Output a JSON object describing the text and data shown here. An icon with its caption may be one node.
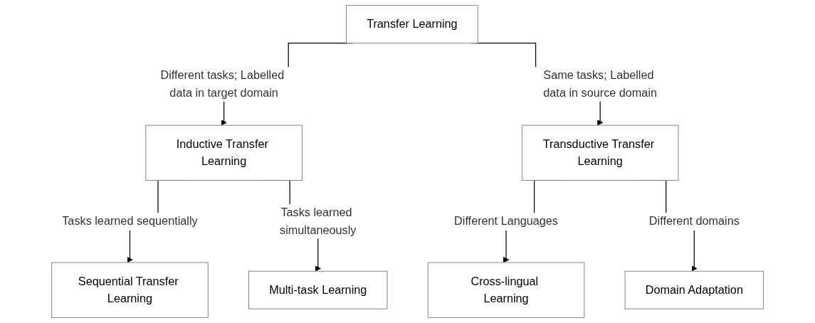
{
  "diagram": {
    "nodes": [
      {
        "text": [
          "Transfer Learning"
        ]
      },
      {
        "text": [
          "Inductive Transfer Learning"
        ]
      },
      {
        "text": [
          "Transductive Transfer Learning"
        ]
      },
      {
        "text": [
          "Sequential Transfer Learning"
        ]
      },
      {
        "text": [
          "Multi-task Learning"
        ]
      },
      {
        "text": [
          "Cross-lingual Learning"
        ]
      },
      {
        "text": [
          "Domain Adaptation"
        ]
      }
    ],
    "edges": [
      {
        "from": 0,
        "to": 1,
        "arrow": "to",
        "label": "Different tasks; Labelled data in target domain"
      },
      {
        "from": 0,
        "to": 2,
        "arrow": "to",
        "label": "Same tasks; Labelled data in source domain"
      },
      {
        "from": 1,
        "to": 3,
        "arrow": "to",
        "label": "Tasks learned sequentially"
      },
      {
        "from": 1,
        "to": 4,
        "arrow": "to",
        "label": "Tasks learned simultaneously"
      },
      {
        "from": 2,
        "to": 5,
        "arrow": "to",
        "label": "Different Languages"
      },
      {
        "from": 2,
        "to": 6,
        "arrow": "to",
        "label": "Different domains"
      }
    ]
  }
}
